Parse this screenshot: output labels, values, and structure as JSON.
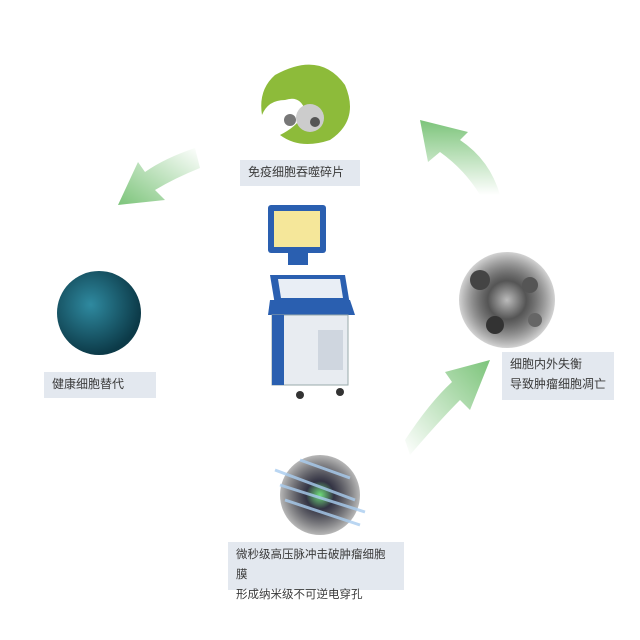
{
  "steps": {
    "phagocytosis": "免疫细胞吞噬碎片",
    "healthy_replace": "健康细胞替代",
    "imbalance_line1": "细胞内外失衡",
    "imbalance_line2": "导致肿瘤细胞凋亡",
    "pulse_line1": "微秒级高压脉冲击破肿瘤细胞膜",
    "pulse_line2": "形成纳米级不可逆电穿孔"
  },
  "colors": {
    "arrow": "#7cc47a",
    "label_bg": "#e3e8ef",
    "healthy_cell": "#1c5f72",
    "immune_cell": "#8dbb3a",
    "device": "#2a5fb0"
  }
}
